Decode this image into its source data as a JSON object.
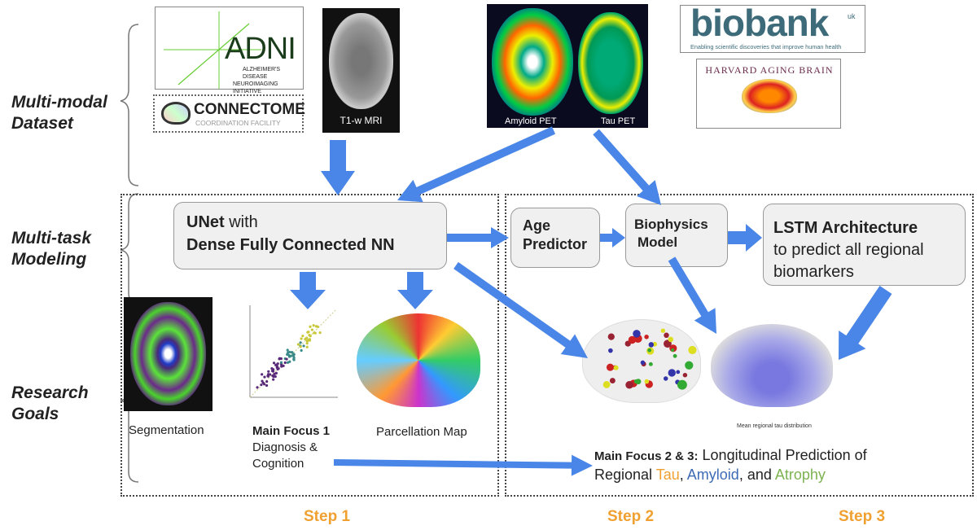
{
  "side_labels": {
    "dataset_1": "Multi-modal",
    "dataset_2": "Dataset",
    "modeling_1": "Multi-task",
    "modeling_2": "Modeling",
    "goals_1": "Research",
    "goals_2": "Goals"
  },
  "logos": {
    "adni": "ADNI",
    "adni_sub1": "Alzheimer's Disease",
    "adni_sub2": "Neuroimaging Initiative",
    "connectome": "CONNECTOME",
    "connectome_sub": "COORDINATION FACILITY",
    "biobank": "biobank",
    "biobank_uk": "uk",
    "biobank_tag": "Enabling scientific discoveries that improve human health",
    "harvard": "HARVARD AGING BRAIN"
  },
  "images": {
    "mri": "T1-w MRI",
    "amyloid": "Amyloid PET",
    "tau": "Tau PET",
    "mean_tau": "Mean regional tau distribution"
  },
  "models": {
    "unet_1": "UNet",
    "unet_1b": " with",
    "unet_2": "Dense Fully Connected NN",
    "age_1": "Age",
    "age_2": "Predictor",
    "bio_1": "Biophysics",
    "bio_2": "Model",
    "lstm_1": "LSTM Architecture",
    "lstm_2": "to predict all regional",
    "lstm_3": "biomarkers"
  },
  "goals": {
    "segmentation": "Segmentation",
    "focus1": "Main Focus 1",
    "focus1_a": "Diagnosis &",
    "focus1_b": "Cognition",
    "parcellation": "Parcellation Map",
    "focus23": "Main Focus 2 & 3:",
    "focus23_a": " Longitudinal Prediction of",
    "focus23_b": "Regional ",
    "tau": "Tau",
    "comma": ", ",
    "amyloid": "Amyloid",
    "and": ", and ",
    "atrophy": "Atrophy"
  },
  "steps": [
    "Step 1",
    "Step 2",
    "Step 3"
  ],
  "colors": {
    "arrow": "#4a86e8",
    "step": "#f0a030",
    "tau": "#f0a030",
    "amyloid": "#3d6bb5",
    "atrophy": "#7cb350"
  }
}
